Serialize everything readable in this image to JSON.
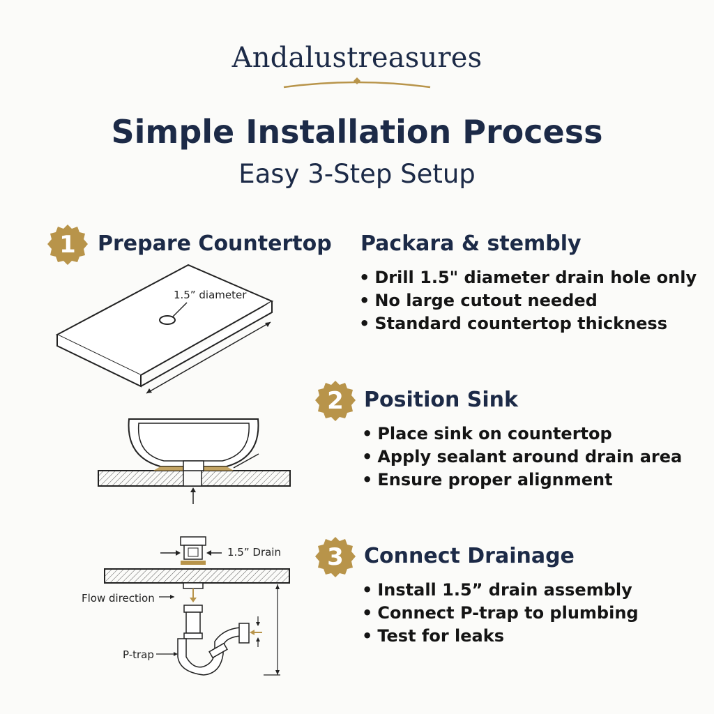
{
  "brand": {
    "name": "Andalustreasures",
    "accent": "#b8944a"
  },
  "header": {
    "title": "Simple Installation Process",
    "subtitle": "Easy 3-Step Setup"
  },
  "colors": {
    "navy": "#1c2a47",
    "gold": "#b8944a",
    "background": "#fbfbf9"
  },
  "steps": [
    {
      "number": "1",
      "title": "Prepare Countertop",
      "side_heading": "Packara & stembly",
      "bullets": [
        "Drill 1.5\" diameter drain hole only",
        "No large cutout needed",
        "Standard countertop thickness"
      ]
    },
    {
      "number": "2",
      "title": "Position Sink",
      "bullets": [
        "Place sink on countertop",
        "Apply sealant around drain area",
        "Ensure proper alignment"
      ]
    },
    {
      "number": "3",
      "title": "Connect Drainage",
      "bullets": [
        "Install 1.5” drain assembly",
        "Connect P-trap to plumbing",
        "Test for leaks"
      ]
    }
  ],
  "diagrams": {
    "countertop_label": "1.5” diameter",
    "drain_label": "1.5” Drain",
    "flow_label": "Flow direction",
    "ptrap_label": "P-trap"
  }
}
